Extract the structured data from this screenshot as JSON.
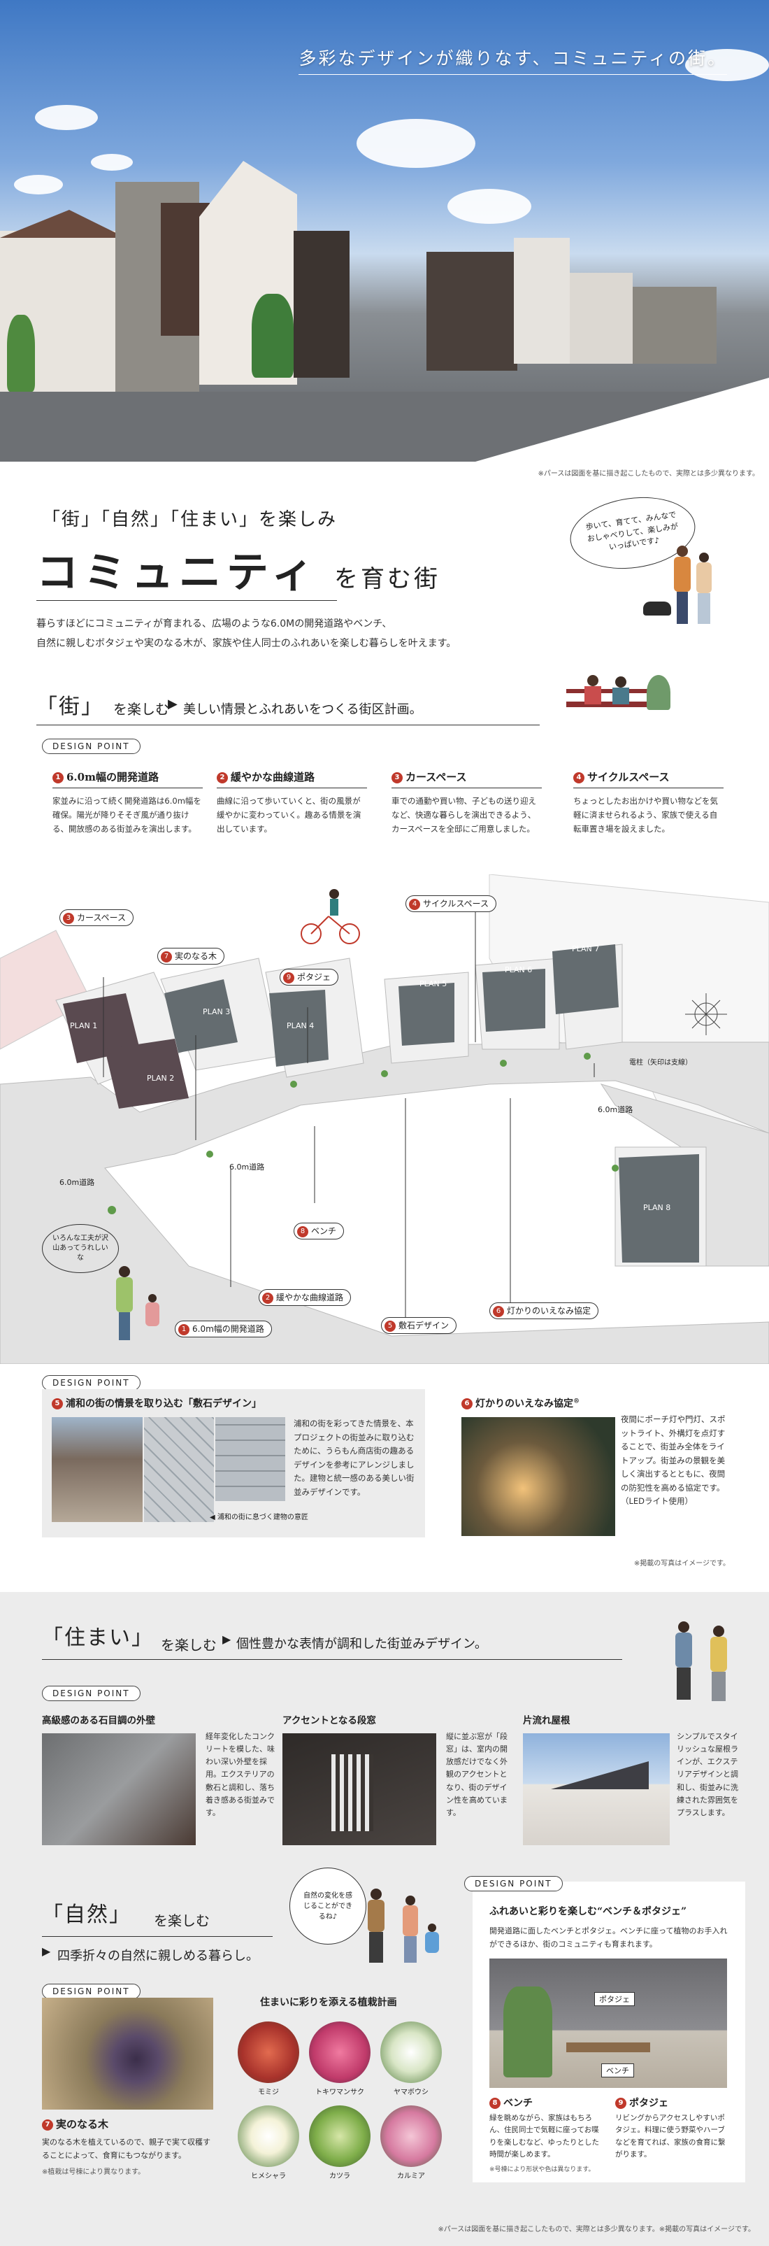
{
  "hero": {
    "title": "多彩なデザインが織りなす、コミュニティの街。",
    "note": "※パースは図面を基に描き起こしたもので、実際とは多少異なります。"
  },
  "intro": {
    "kicker": "「街」「自然」「住まい」を楽しみ",
    "title": "コミュニティ",
    "title_suffix": "を育む街",
    "bubble": "歩いて、育てて、みんなでおしゃべりして、楽しみがいっぱいです♪",
    "body_1": "暮らすほどにコミュニティが育まれる、広場のような6.0Mの開発道路やベンチ、",
    "body_2": "自然に親しむボタジェや実のなる木が、家族や住人同士のふれあいを楽しむ暮らしを叶えます。"
  },
  "town": {
    "heading": "「街」",
    "heading_suffix": "を楽しむ",
    "subheading": "美しい情景とふれあいをつくる街区計画。",
    "design_point": "DESIGN POINT",
    "features": [
      {
        "num": "1",
        "title": "6.0m幅の開発道路",
        "desc": "家並みに沿って続く開発道路は6.0m幅を確保。陽光が降りそそぎ風が通り抜ける、開放感のある街並みを演出します。"
      },
      {
        "num": "2",
        "title": "緩やかな曲線道路",
        "desc": "曲線に沿って歩いていくと、街の風景が緩やかに変わっていく。趣ある情景を演出しています。"
      },
      {
        "num": "3",
        "title": "カースペース",
        "desc": "車での通勤や買い物、子どもの送り迎えなど、快適な暮らしを演出できるよう、カースペースを全邸にご用意しました。"
      },
      {
        "num": "4",
        "title": "サイクルスペース",
        "desc": "ちょっとしたお出かけや買い物などを気軽に済ませられるよう、家族で使える自転車置き場を設えました。"
      }
    ]
  },
  "map": {
    "road_label": "6.0m道路",
    "pole_label": "電柱（矢印は支線）",
    "plans": [
      "PLAN 1",
      "PLAN 2",
      "PLAN 3",
      "PLAN 4",
      "PLAN 5",
      "PLAN 6",
      "PLAN 7",
      "PLAN 8"
    ],
    "callouts": [
      {
        "num": "3",
        "label": "カースペース"
      },
      {
        "num": "7",
        "label": "実のなる木"
      },
      {
        "num": "9",
        "label": "ポタジェ"
      },
      {
        "num": "4",
        "label": "サイクルスペース"
      },
      {
        "num": "8",
        "label": "ベンチ"
      },
      {
        "num": "2",
        "label": "緩やかな曲線道路"
      },
      {
        "num": "1",
        "label": "6.0m幅の開発道路"
      },
      {
        "num": "5",
        "label": "敷石デザイン"
      },
      {
        "num": "6",
        "label": "灯かりのいえなみ協定"
      }
    ],
    "bubble": "いろんな工夫が沢山あってうれしいな"
  },
  "design2": {
    "design_point": "DESIGN POINT",
    "stone_title": "浦和の街の情景を取り込む「敷石デザイン」",
    "stone_desc": "浦和の街を彩ってきた情景を、本プロジェクトの街並みに取り込むために、うらもん商店街の趣あるデザインを参考にアレンジしました。建物と統一感のある美しい街並みデザインです。",
    "stone_caption": "浦和の街に息づく建物の意匠",
    "light_title": "灯かりのいえなみ協定",
    "light_desc": "夜間にポーチ灯や門灯、スポットライト、外構灯を点灯することで、街並み全体をライトアップ。街並みの景観を美しく演出するとともに、夜間の防犯性を高める協定です。（LEDライト使用）",
    "note": "※掲載の写真はイメージです。"
  },
  "living": {
    "heading": "「住まい」",
    "heading_suffix": "を楽しむ",
    "subheading": "個性豊かな表情が調和した街並みデザイン。",
    "design_point": "DESIGN POINT",
    "items": [
      {
        "title": "高級感のある石目調の外壁",
        "desc": "経年変化したコンクリートを模した、味わい深い外壁を採用。エクステリアの敷石と調和し、落ち着き感ある街並みです。"
      },
      {
        "title": "アクセントとなる段窓",
        "desc": "縦に並ぶ窓が「段窓」は、室内の開放感だけでなく外観のアクセントとなり、街のデザイン性を高めています。"
      },
      {
        "title": "片流れ屋根",
        "desc": "シンプルでスタイリッシュな屋根ラインが、エクステリアデザインと調和し、街並みに洗練された雰囲気をプラスします。"
      }
    ]
  },
  "nature": {
    "heading": "「自然」",
    "heading_suffix": "を楽しむ",
    "subheading": "四季折々の自然に親しめる暮らし。",
    "bubble": "自然の変化を感じることができるね♪",
    "design_point": "DESIGN POINT",
    "fruit_title": "実のなる木",
    "fruit_num": "7",
    "fruit_desc": "実のなる木を植えているので、親子で実て収穫することによって、食育にもつながります。",
    "fruit_note": "※植栽は号棟により異なります。",
    "plants_title": "住まいに彩りを添える植栽計画",
    "plants": [
      "モミジ",
      "トキワマンサク",
      "ヤマボウシ",
      "ヒメシャラ",
      "カツラ",
      "カルミア"
    ],
    "bench_dp": "DESIGN POINT",
    "bench_title": "ふれあいと彩りを楽しむ“ベンチ＆ポタジェ”",
    "bench_desc": "開発道路に面したベンチとポタジェ。ベンチに座って植物のお手入れができるほか、街のコミュニティも育まれます。",
    "tag_potager": "ポタジェ",
    "tag_bench": "ベンチ",
    "bench_item_num": "8",
    "bench_item_title": "ベンチ",
    "bench_item_desc": "緑を眺めながら、家族はもちろん、住民同士で気軽に座ってお喋りを楽しむなど、ゆったりとした時間が楽しめます。",
    "bench_item_note": "※号棟により形状や色は異なります。",
    "potager_item_num": "9",
    "potager_item_title": "ポタジェ",
    "potager_item_desc": "リビングからアクセスしやすいポタジェ。料理に使う野菜やハーブなどを育てれば、家族の食育に繋がります。",
    "footer_note": "※パースは図面を基に描き起こしたもので、実際とは多少異なります。※掲載の写真はイメージです。"
  },
  "colors": {
    "accent": "#c0392b",
    "panel": "#ececec",
    "ink": "#222222"
  }
}
